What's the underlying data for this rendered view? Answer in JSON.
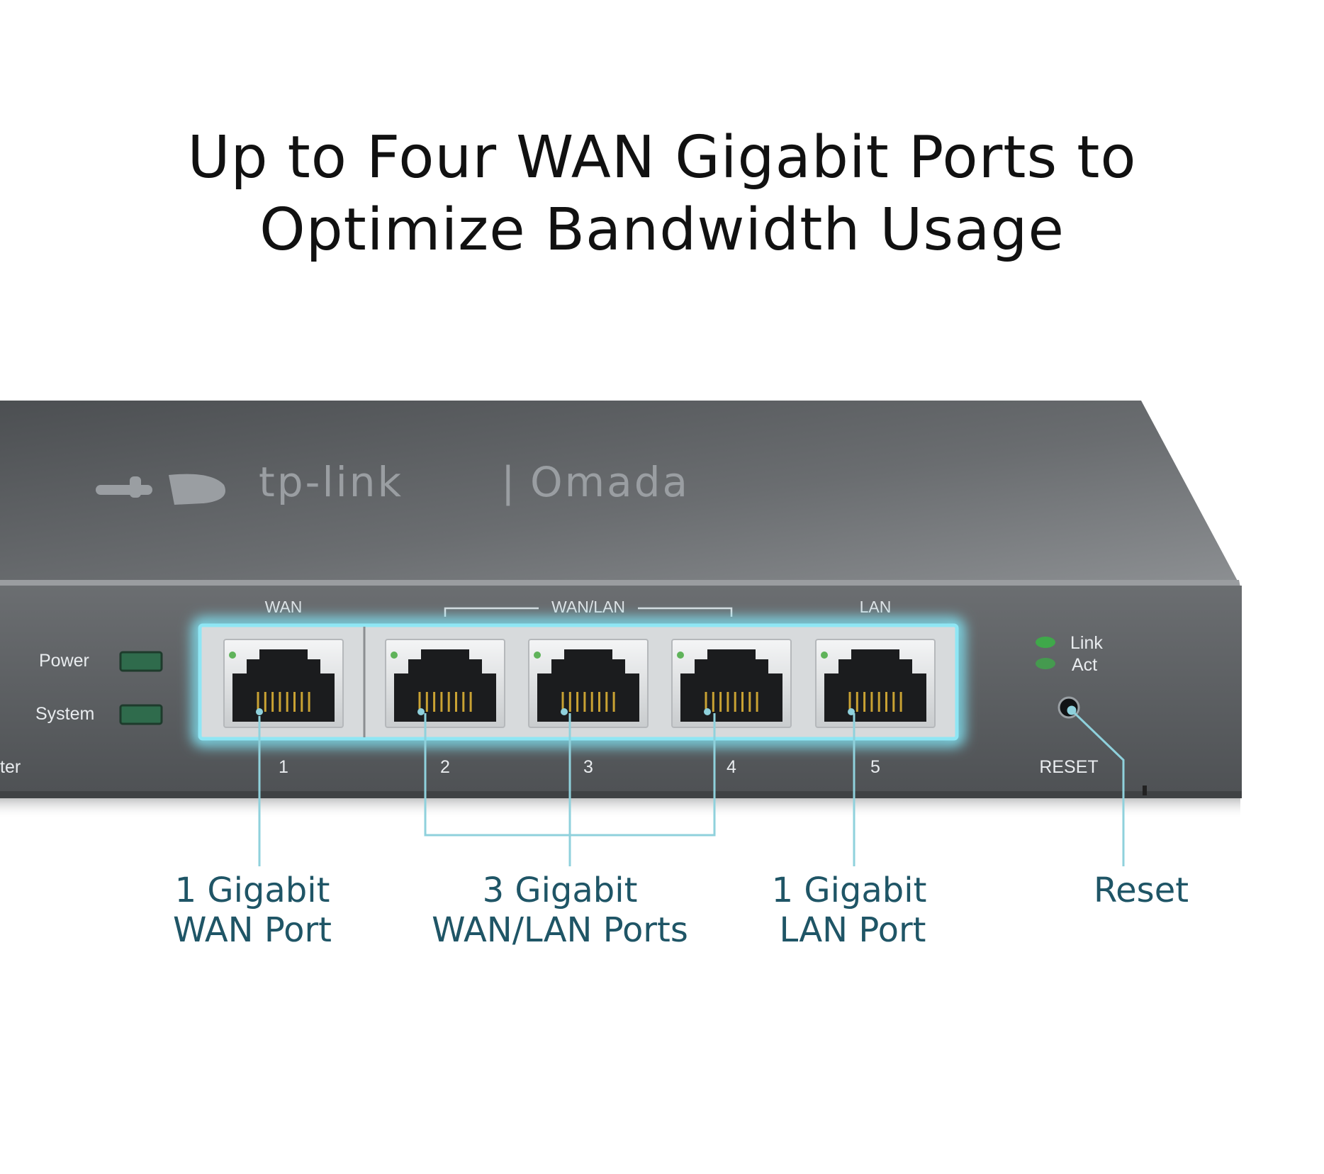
{
  "headline": {
    "line1": "Up to Four WAN Gigabit Ports to",
    "line2": "Optimize Bandwidth Usage"
  },
  "device": {
    "brand": "tp-link",
    "brand_separator": "|",
    "product_line": "Omada",
    "model_text_fragment": "ter",
    "indicators": {
      "power": "Power",
      "system": "System",
      "link": "Link",
      "act": "Act"
    },
    "group_labels": {
      "wan": "WAN",
      "wan_lan": "WAN/LAN",
      "lan": "LAN"
    },
    "ports": [
      {
        "number": "1"
      },
      {
        "number": "2"
      },
      {
        "number": "3"
      },
      {
        "number": "4"
      },
      {
        "number": "5"
      }
    ],
    "reset_label": "RESET"
  },
  "callouts": {
    "wan": {
      "line1": "1 Gigabit",
      "line2": "WAN Port"
    },
    "wan_lan": {
      "line1": "3 Gigabit",
      "line2": "WAN/LAN Ports"
    },
    "lan": {
      "line1": "1 Gigabit",
      "line2": "LAN Port"
    },
    "reset": {
      "line1": "Reset"
    }
  },
  "colors": {
    "highlight": "#7fe0f0",
    "callout_text": "#1f5566",
    "led_green": "#3fa84a",
    "device_body": "#5a5d60"
  },
  "icons": [
    "tp-link-logo-icon",
    "rj45-port-icon",
    "led-icon",
    "reset-pinhole-icon"
  ]
}
